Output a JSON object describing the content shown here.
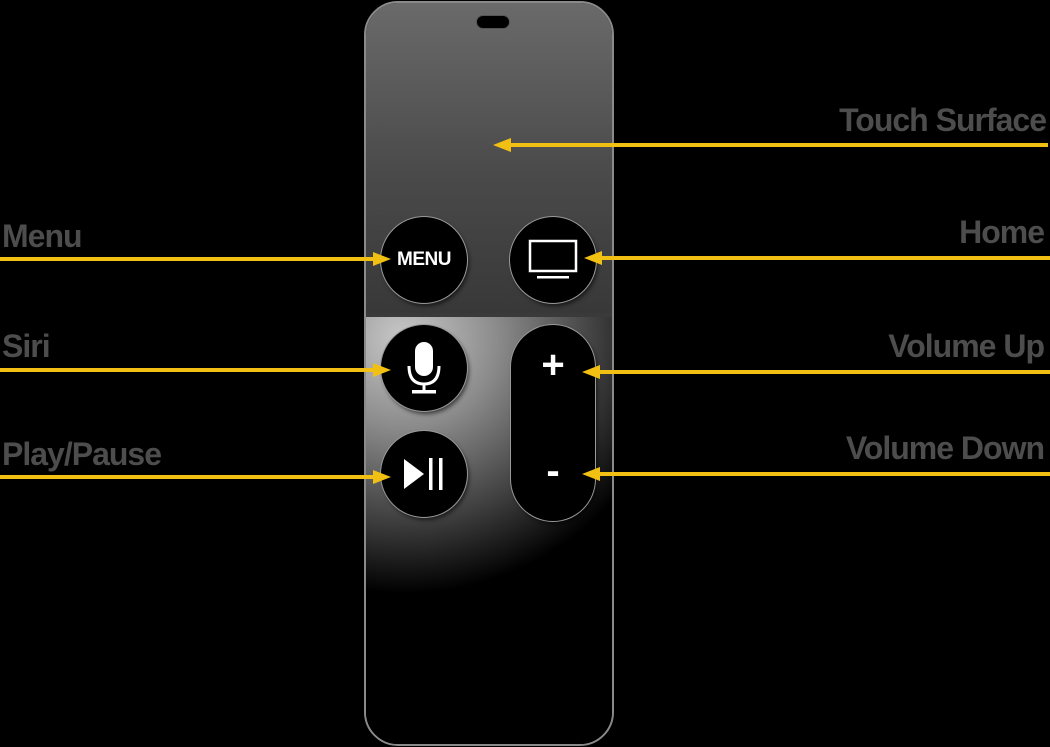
{
  "diagram": {
    "subject": "Apple TV remote",
    "accent_color": "#f2c012",
    "label_color": "#4d4d4d",
    "labels": {
      "touch_surface": "Touch Surface",
      "home": "Home",
      "menu": "Menu",
      "siri": "Siri",
      "volume_up": "Volume Up",
      "play_pause": "Play/Pause",
      "volume_down": "Volume Down"
    },
    "buttons": {
      "menu_text": "MENU",
      "volume_plus": "+",
      "volume_minus": "-",
      "home_icon": "tv-icon",
      "siri_icon": "microphone-icon",
      "play_icon": "play-pause-icon"
    }
  }
}
